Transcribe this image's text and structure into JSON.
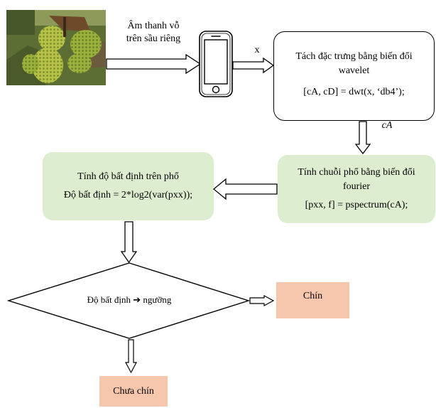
{
  "input": {
    "image_alt": "Ảnh quả sầu riêng",
    "caption_lines": [
      "Âm thanh vỗ",
      "trên sầu riêng"
    ],
    "signal_label": "x"
  },
  "device": {
    "icon": "smartphone-icon"
  },
  "wavelet_step": {
    "title_lines": [
      "Tách đặc trưng bằng biến đổi",
      "wavelet"
    ],
    "formula": "[cA, cD] = dwt(x, ‘db4’);"
  },
  "approx_label": "cA",
  "fourier_step": {
    "title_lines": [
      "Tính chuỗi phổ bằng biến đổi",
      "fourier"
    ],
    "formula": "[pxx, f] = pspectrum(cA);"
  },
  "entropy_step": {
    "title": "Tính độ bất định trên phổ",
    "formula": "Độ bất định = 2*log2(var(pxx));"
  },
  "decision": {
    "condition": "Độ bất định ➔ ngưỡng"
  },
  "results": {
    "ripe": "Chín",
    "unripe": "Chưa chín"
  },
  "colors": {
    "green_box": "#dcedd0",
    "result_box": "#f6c6ad",
    "outline": "#000000"
  }
}
